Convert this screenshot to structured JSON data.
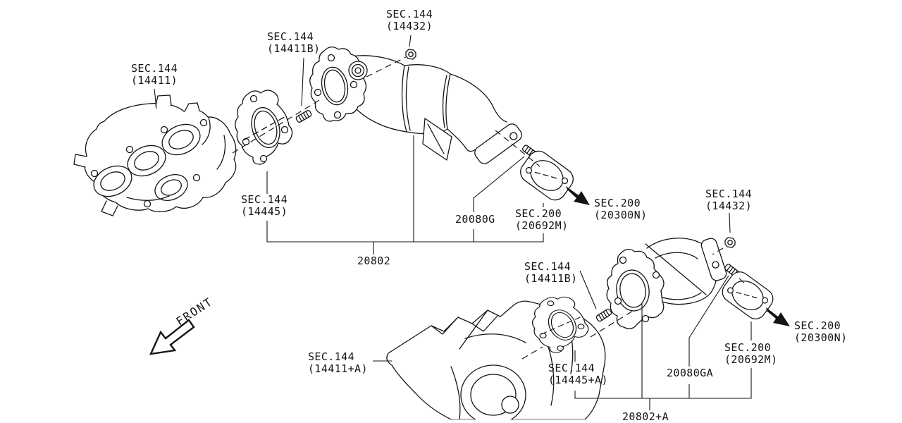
{
  "page": {
    "background": "#ffffff",
    "line_color": "#141414"
  },
  "front_indicator": {
    "label": "FRONT"
  },
  "upper_assembly": {
    "assembly_number": "20802",
    "callouts": {
      "manifold": {
        "line1": "SEC.144",
        "line2": "(14411)"
      },
      "manifold_stud": {
        "line1": "SEC.144",
        "line2": "(14411B)"
      },
      "nut": {
        "line1": "SEC.144",
        "line2": "(14432)"
      },
      "manifold_gasket": {
        "line1": "SEC.144",
        "line2": "(14445)"
      },
      "outlet_stud": {
        "line1": "20080G"
      },
      "outlet_gasket": {
        "line1": "SEC.200",
        "line2": "(20692M)"
      },
      "front_tube_ref": {
        "line1": "SEC.200",
        "line2": "(20300N)"
      }
    }
  },
  "lower_assembly": {
    "assembly_number": "20802+A",
    "callouts": {
      "manifold": {
        "line1": "SEC.144",
        "line2": "(14411+A)"
      },
      "manifold_stud": {
        "line1": "SEC.144",
        "line2": "(14411B)"
      },
      "nut": {
        "line1": "SEC.144",
        "line2": "(14432)"
      },
      "manifold_gasket": {
        "line1": "SEC.144",
        "line2": "(14445+A)"
      },
      "outlet_stud": {
        "line1": "20080GA"
      },
      "outlet_gasket": {
        "line1": "SEC.200",
        "line2": "(20692M)"
      },
      "front_tube_ref": {
        "line1": "SEC.200",
        "line2": "(20300N)"
      }
    }
  }
}
